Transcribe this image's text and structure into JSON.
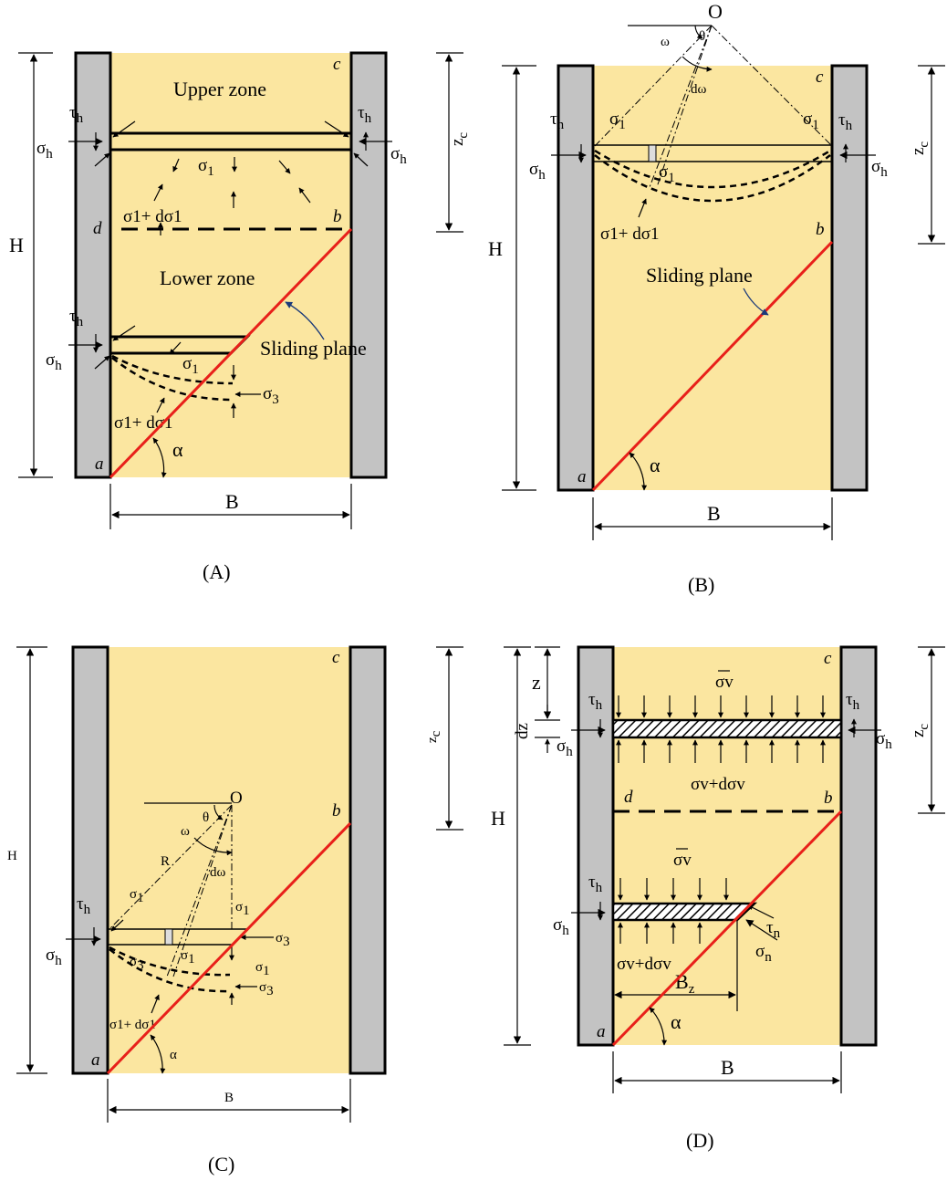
{
  "panels": {
    "A": {
      "caption": "(A)",
      "upper_zone": "Upper zone",
      "lower_zone": "Lower zone",
      "sliding_plane": "Sliding plane",
      "H": "H",
      "B": "B",
      "zc": "z",
      "zc_sub": "c",
      "pt_a": "a",
      "pt_b": "b",
      "pt_c": "c",
      "pt_d": "d",
      "alpha": "α",
      "tau_h": "τ",
      "sigma_h": "σ",
      "h_sub": "h",
      "sigma1": "σ",
      "one_sub": "1",
      "sigma1_dsigma1": "σ1+ dσ1",
      "sigma3": "σ",
      "three_sub": "3"
    },
    "B": {
      "caption": "(B)",
      "sliding_plane": "Sliding plane",
      "H": "H",
      "B": "B",
      "zc": "z",
      "zc_sub": "c",
      "pt_a": "a",
      "pt_b": "b",
      "pt_c": "c",
      "O": "O",
      "omega": "ω",
      "theta": "θ",
      "domega": "dω",
      "alpha": "α",
      "tau_h": "τ",
      "sigma_h": "σ",
      "h_sub": "h",
      "sigma1": "σ",
      "one_sub": "1",
      "sigma1_dsigma1": "σ1+ dσ1"
    },
    "C": {
      "caption": "(C)",
      "H": "H",
      "B": "B",
      "zc": "z",
      "zc_sub": "c",
      "pt_a": "a",
      "pt_b": "b",
      "pt_c": "c",
      "O": "O",
      "omega": "ω",
      "theta": "θ",
      "domega": "dω",
      "R": "R",
      "alpha": "α",
      "tau_h": "τ",
      "sigma_h": "σ",
      "h_sub": "h",
      "sigma1": "σ",
      "one_sub": "1",
      "sigma3": "σ",
      "three_sub": "3",
      "sigma1_dsigma1": "σ1+ dσ1"
    },
    "D": {
      "caption": "(D)",
      "H": "H",
      "B": "B",
      "zc": "z",
      "zc_sub": "c",
      "z": "z",
      "dz": "dz",
      "Bz": "B",
      "z_sub": "z",
      "pt_a": "a",
      "pt_b": "b",
      "pt_c": "c",
      "pt_d": "d",
      "alpha": "α",
      "tau_h": "τ",
      "sigma_h": "σ",
      "h_sub": "h",
      "sigma_v": "σv",
      "sigma_v_dsigma_v": "σv+dσv",
      "tau_n": "τ",
      "sigma_n": "σ",
      "n_sub": "n"
    }
  },
  "colors": {
    "fill": "#fbe6a0",
    "wall": "#c3c3c3",
    "sliding_plane": "#e8201a"
  }
}
